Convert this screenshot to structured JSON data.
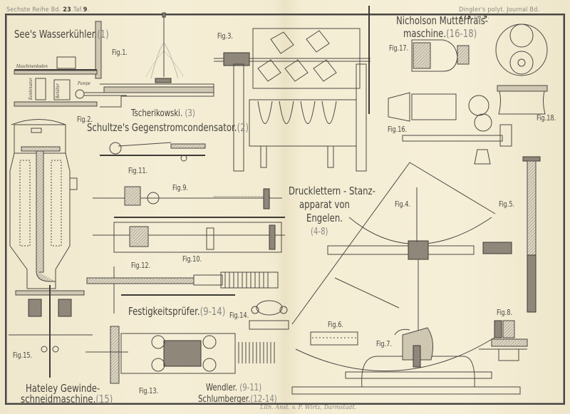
{
  "header": {
    "left_prefix": "Sechste Reihe Bd.",
    "left_volume": "23",
    "left_taf_prefix": "Taf.",
    "left_taf": "9",
    "right_prefix": "Dingler's polyt. Journal Bd.",
    "right_volume": "273",
    "right_taf_prefix": "Taf.",
    "right_taf": "9"
  },
  "titles": {
    "wasserkuehler": {
      "name": "See's Wasserkühler.",
      "ref": "(1)"
    },
    "tscherikowski": {
      "name": "Tscherikowski.",
      "ref": "(3)"
    },
    "schultze": {
      "name": "Schultze's Gegenstromcondensator.",
      "ref": "(2)"
    },
    "nicholson_1": {
      "name": "Nicholson Mutterfrais-"
    },
    "nicholson_2": {
      "name": "maschine.",
      "ref": "(16-18)"
    },
    "drucklettern_1": {
      "name": "Drucklettern - Stanz-"
    },
    "drucklettern_2": {
      "name": "apparat von"
    },
    "drucklettern_3": {
      "name": "Engelen."
    },
    "drucklettern_ref": {
      "ref": "(4-8)"
    },
    "festigkeit": {
      "name": "Festigkeitsprüfer.",
      "ref": "(9-14)"
    },
    "hateley_1": {
      "name": "Hateley Gewinde-"
    },
    "hateley_2": {
      "name": "schneidmaschine.",
      "ref": "(15)"
    },
    "wendler": {
      "name": "Wendler.",
      "ref": "(9-11)"
    },
    "schlumberger": {
      "name": "Schlumberger.",
      "ref": "(12-14)"
    }
  },
  "figures": {
    "fig1": "Fig.1.",
    "fig2": "Fig.2.",
    "fig3": "Fig.3.",
    "fig4": "Fig.4.",
    "fig5": "Fig.5.",
    "fig6": "Fig.6.",
    "fig7": "Fig.7.",
    "fig8": "Fig.8.",
    "fig9": "Fig.9.",
    "fig10": "Fig.10.",
    "fig11": "Fig.11.",
    "fig12": "Fig.12.",
    "fig13": "Fig.13.",
    "fig14": "Fig.14.",
    "fig15": "Fig.15.",
    "fig16": "Fig.16.",
    "fig17": "Fig.17.",
    "fig18": "Fig.18."
  },
  "fig1_labels": {
    "maschinenboden": "Maschinenboden",
    "kondensator": "Kondensator",
    "behaelter": "Behälter",
    "pumpe": "Pumpe"
  },
  "credit": "Lith. Anst. v. F. Wirtz, Darmstadt."
}
